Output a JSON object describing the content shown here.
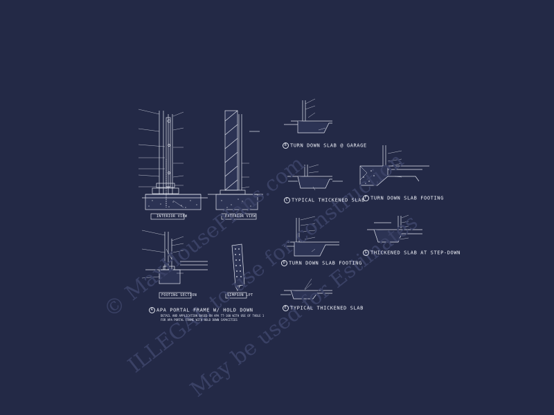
{
  "watermark": {
    "line1": "© MaxHousePlans.com",
    "line2": "ILLEGAL to use for construction",
    "line3": "May be used for Estimates"
  },
  "details": {
    "interior_view": "INTERIOR VIEW",
    "exterior_view": "EXTERIOR VIEW",
    "footing_section": "FOOTING SECTION",
    "simpson_lpt": "SIMPSON LPT",
    "portal_frame": "APA PORTAL FRAME W/ HOLD DOWN",
    "portal_note_1": "DETAIL AND APPLICATION BASED ON APA TT-100 WITH USE OF TABLE 1",
    "portal_note_2": "FOR APA PORTAL FRAME WITH HOLD DOWN CAPACITIES",
    "turn_down_garage": "TURN DOWN SLAB @ GARAGE",
    "typical_thickened_1": "TYPICAL THICKENED SLAB",
    "turn_down_footing_top": "TURN DOWN SLAB FOOTING",
    "turn_down_footing_mid": "TURN DOWN SLAB FOOTING",
    "thickened_step": "THICKENED SLAB AT STEP-DOWN",
    "typical_thickened_2": "TYPICAL THICKENED SLAB",
    "mark_a": "A",
    "mark_b": "B",
    "mark_c": "C",
    "mark_d": "D",
    "mark_e": "E",
    "mark_f": "F",
    "mark_g": "G"
  }
}
